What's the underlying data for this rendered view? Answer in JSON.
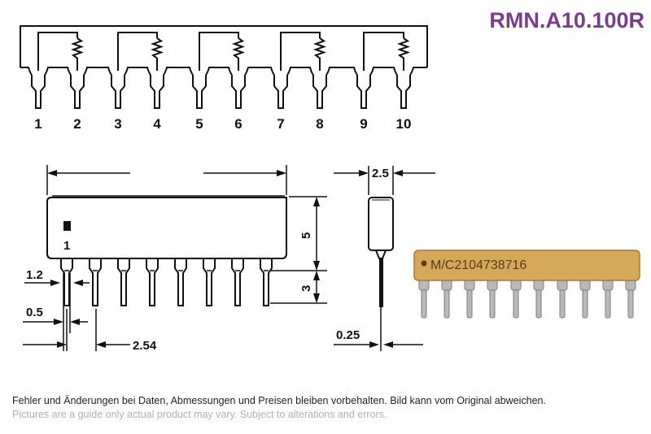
{
  "title": "RMN.A10.100R",
  "schematic": {
    "pin_labels": [
      "1",
      "2",
      "3",
      "4",
      "5",
      "6",
      "7",
      "8",
      "9",
      "10"
    ]
  },
  "dimensions": {
    "length_label": "",
    "thickness": "2.5",
    "body_height": "5",
    "lead_length": "3",
    "lead_width_max": "1.2",
    "lead_width_min": "0.5",
    "pitch": "2.54",
    "lead_thickness": "0.25",
    "pin1_marker": "1"
  },
  "photo": {
    "marking": "M/C2104738716",
    "body_color": "#d6a85a",
    "lead_color": "#b9b9b9"
  },
  "footer": {
    "disclaimer_de": "Fehler und Änderungen bei Daten, Abmessungen und Preisen bleiben vorbehalten. Bild kann vom Original abweichen.",
    "disclaimer_en": "Pictures are a guide only actual product may vary. Subject to alterations and errors."
  }
}
